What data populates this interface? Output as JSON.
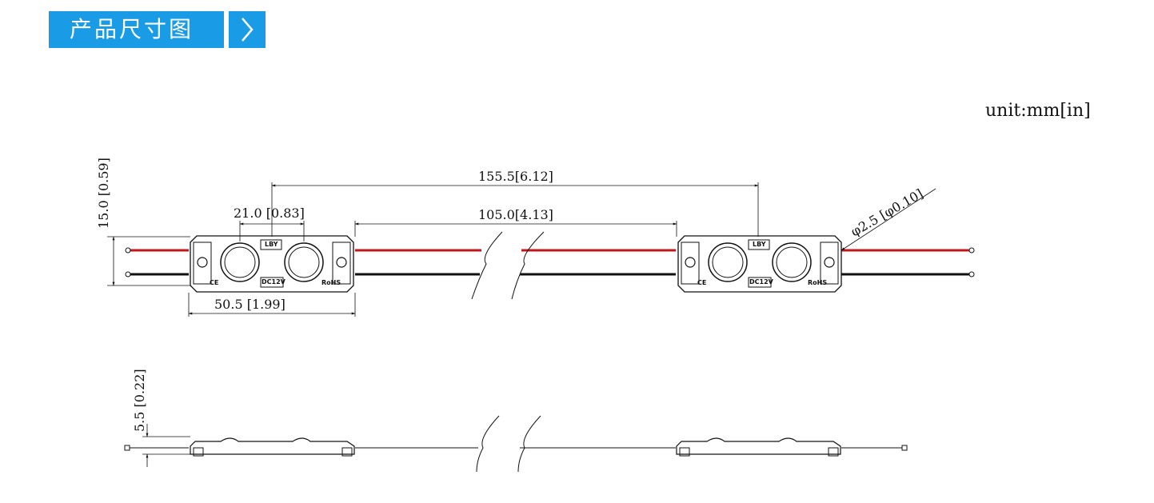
{
  "banner": {
    "title": "产品尺寸图",
    "arrow_icon": "chevron-right-icon"
  },
  "unit": "unit:mm[in]",
  "dims": {
    "pitch": "155.5[6.12]",
    "lens_pitch": "21.0 [0.83]",
    "gap": "105.0[4.13]",
    "length": "50.5 [1.99]",
    "height": "15.0 [0.59]",
    "cable": "φ2.5 [φ0.10]",
    "thickness": "5.5 [0.22]"
  },
  "module_labels": {
    "lm": "LBY",
    "voltage": "DC12V",
    "ce": "CE",
    "rohs": "RoHS"
  },
  "colors": {
    "accent": "#1a9be6",
    "red_wire": "#c0171b",
    "line": "#111111"
  }
}
